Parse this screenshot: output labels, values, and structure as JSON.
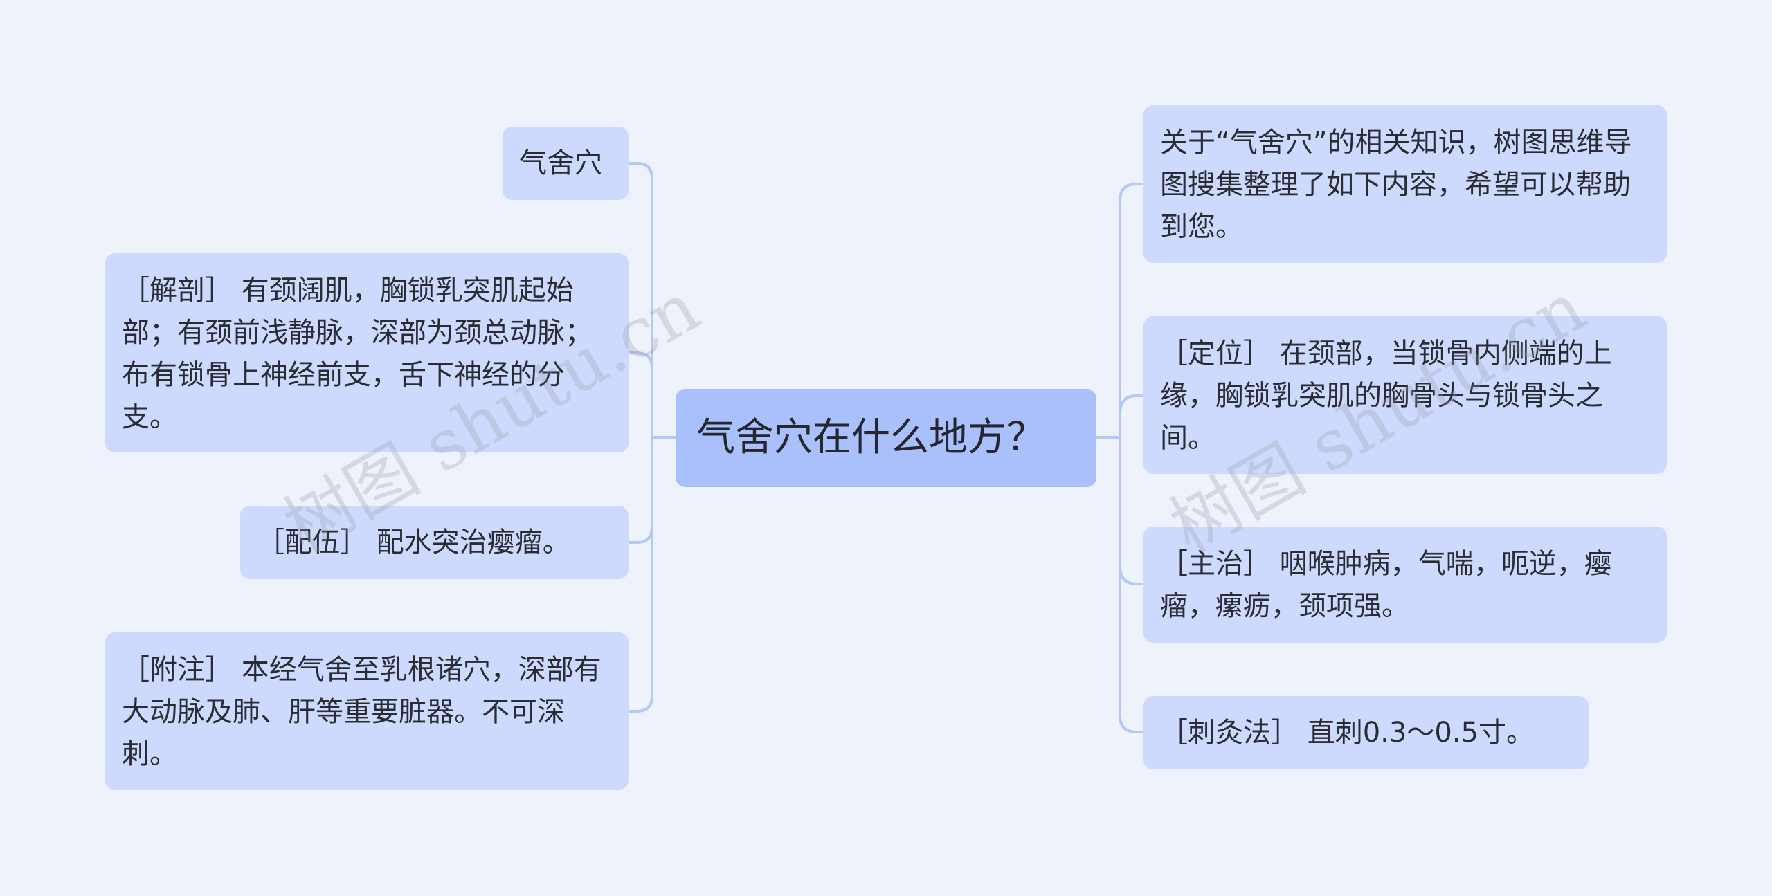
{
  "root": {
    "text": "气舍穴在什么地方？"
  },
  "left_nodes": [
    {
      "text": "气舍穴"
    },
    {
      "text": "［解剖］ 有颈阔肌，胸锁乳突肌起始部；有颈前浅静脉，深部为颈总动脉；布有锁骨上神经前支，舌下神经的分支。"
    },
    {
      "text": "［配伍］ 配水突治瘿瘤。"
    },
    {
      "text": "［附注］ 本经气舍至乳根诸穴，深部有大动脉及肺、肝等重要脏器。不可深刺。"
    }
  ],
  "right_nodes": [
    {
      "text": "关于“气舍穴”的相关知识，树图思维导图搜集整理了如下内容，希望可以帮助到您。"
    },
    {
      "text": "［定位］ 在颈部，当锁骨内侧端的上缘，胸锁乳突肌的胸骨头与锁骨头之间。"
    },
    {
      "text": "［主治］ 咽喉肿病，气喘，呃逆，瘿瘤，瘰疬，颈项强。"
    },
    {
      "text": "［刺灸法］ 直刺0.3～0.5寸。"
    }
  ],
  "watermarks": [
    "树图 shutu.cn",
    "树图 shutu.cn"
  ],
  "colors": {
    "background": "#edf2fb",
    "root_fill": "#a9c0fb",
    "node_fill": "#cddafd",
    "connector": "#b3c9f2"
  }
}
